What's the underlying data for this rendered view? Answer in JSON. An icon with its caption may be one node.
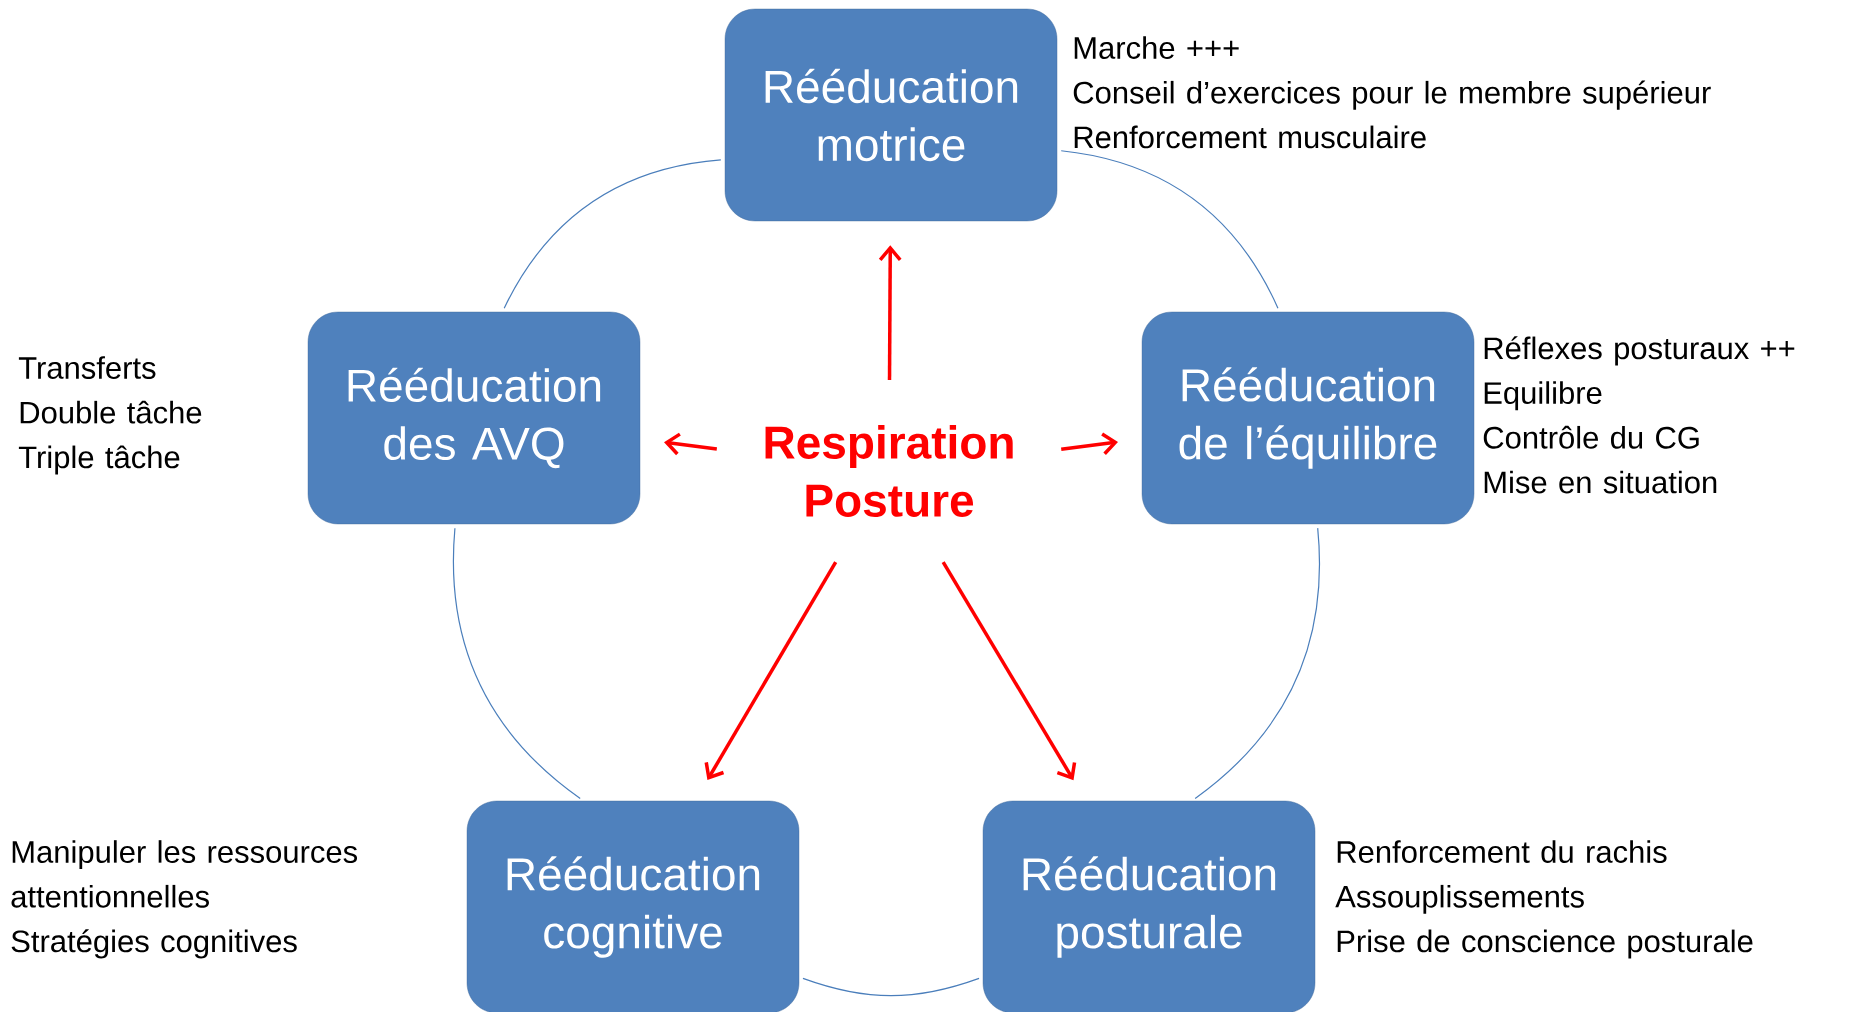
{
  "diagram": {
    "nodes": [
      {
        "text": [
          "Rééducation motrice"
        ],
        "beside": [
          "Marche +++",
          "Conseil d’exercices pour le membre supérieur",
          "Renforcement musculaire"
        ]
      },
      {
        "text": [
          "Rééducation des AVQ"
        ],
        "beside": [
          "Transferts",
          "Double tâche",
          "Triple tâche"
        ]
      },
      {
        "text": [
          "Respiration Posture"
        ]
      },
      {
        "text": [
          "Rééducation de l’équilibre"
        ],
        "beside": [
          "Réflexes posturaux ++",
          "Equilibre",
          "Contrôle du CG",
          "Mise en situation"
        ]
      },
      {
        "text": [
          "Rééducation cognitive"
        ],
        "beside": [
          "Manipuler les ressources attentionnelles",
          "Stratégies cognitives"
        ]
      },
      {
        "text": [
          "Rééducation posturale"
        ],
        "beside": [
          "Renforcement du rachis",
          "Assouplissements",
          "Prise de conscience posturale"
        ]
      }
    ],
    "edges": [
      {
        "from": 0,
        "to": 3,
        "arrow": "none",
        "color": "#4a7ebb"
      },
      {
        "from": 3,
        "to": 5,
        "arrow": "none",
        "color": "#4a7ebb"
      },
      {
        "from": 5,
        "to": 4,
        "arrow": "none",
        "color": "#4a7ebb"
      },
      {
        "from": 4,
        "to": 1,
        "arrow": "none",
        "color": "#4a7ebb"
      },
      {
        "from": 1,
        "to": 0,
        "arrow": "none",
        "color": "#4a7ebb"
      },
      {
        "from": 2,
        "to": 0,
        "arrow": "to",
        "color": "#ff0000"
      },
      {
        "from": 2,
        "to": 1,
        "arrow": "to",
        "color": "#ff0000"
      },
      {
        "from": 2,
        "to": 3,
        "arrow": "to",
        "color": "#ff0000"
      },
      {
        "from": 2,
        "to": 4,
        "arrow": "to",
        "color": "#ff0000"
      },
      {
        "from": 2,
        "to": 5,
        "arrow": "to",
        "color": "#ff0000"
      }
    ]
  }
}
